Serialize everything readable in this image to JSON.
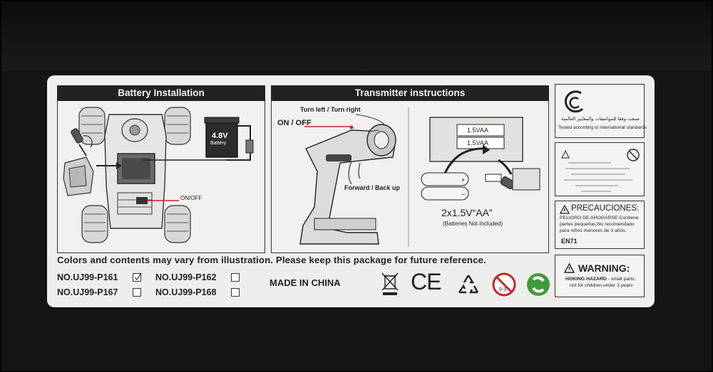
{
  "battery_installation": {
    "title": "Battery Installation",
    "battery_voltage": "4.8V",
    "battery_word": "Battery",
    "switch_label": "ON/OFF"
  },
  "transmitter": {
    "title": "Transmitter instructions",
    "steer_label": "Turn left / Turn right",
    "power_label": "ON  / OFF",
    "throttle_label": "Forward / Back up",
    "cell_label_1": "1.5VAA",
    "cell_label_2": "1.5VAA",
    "battery_spec": "2x1.5V“AA”",
    "battery_note": "(Batteries Not Included)"
  },
  "certification": {
    "arabic": "صنعت وفقا للمواصفات والمعايير العالمية",
    "english": "Tested according to international standards"
  },
  "precauciones": {
    "title": "PRECAUCIONES:",
    "line1": "PELIGRO DE AHOGARSE.Contiene",
    "line2": "partes pequeñas,No recomendado",
    "line3": "para niños menores de 3 años.",
    "code": "EN71"
  },
  "warning": {
    "title": "WARNING:",
    "line1_bold": "HOKING HAZARD",
    "line1_rest": " - small parts,",
    "line2": "not for children under 3 years"
  },
  "footer": {
    "disclaimer": "Colors and contents may vary from illustration. Please keep this package for future reference.",
    "models": [
      "NO.UJ99-P161",
      "NO.UJ99-P162",
      "NO.UJ99-P167",
      "NO.UJ99-P168"
    ],
    "made_in": "MADE IN CHINA",
    "ce": "CE"
  },
  "colors": {
    "label_bg": "#eeeeec",
    "box_bg": "#141414",
    "header_bg": "#222222",
    "red": "#c0282d",
    "recycle_green": "#3f9a3a"
  }
}
